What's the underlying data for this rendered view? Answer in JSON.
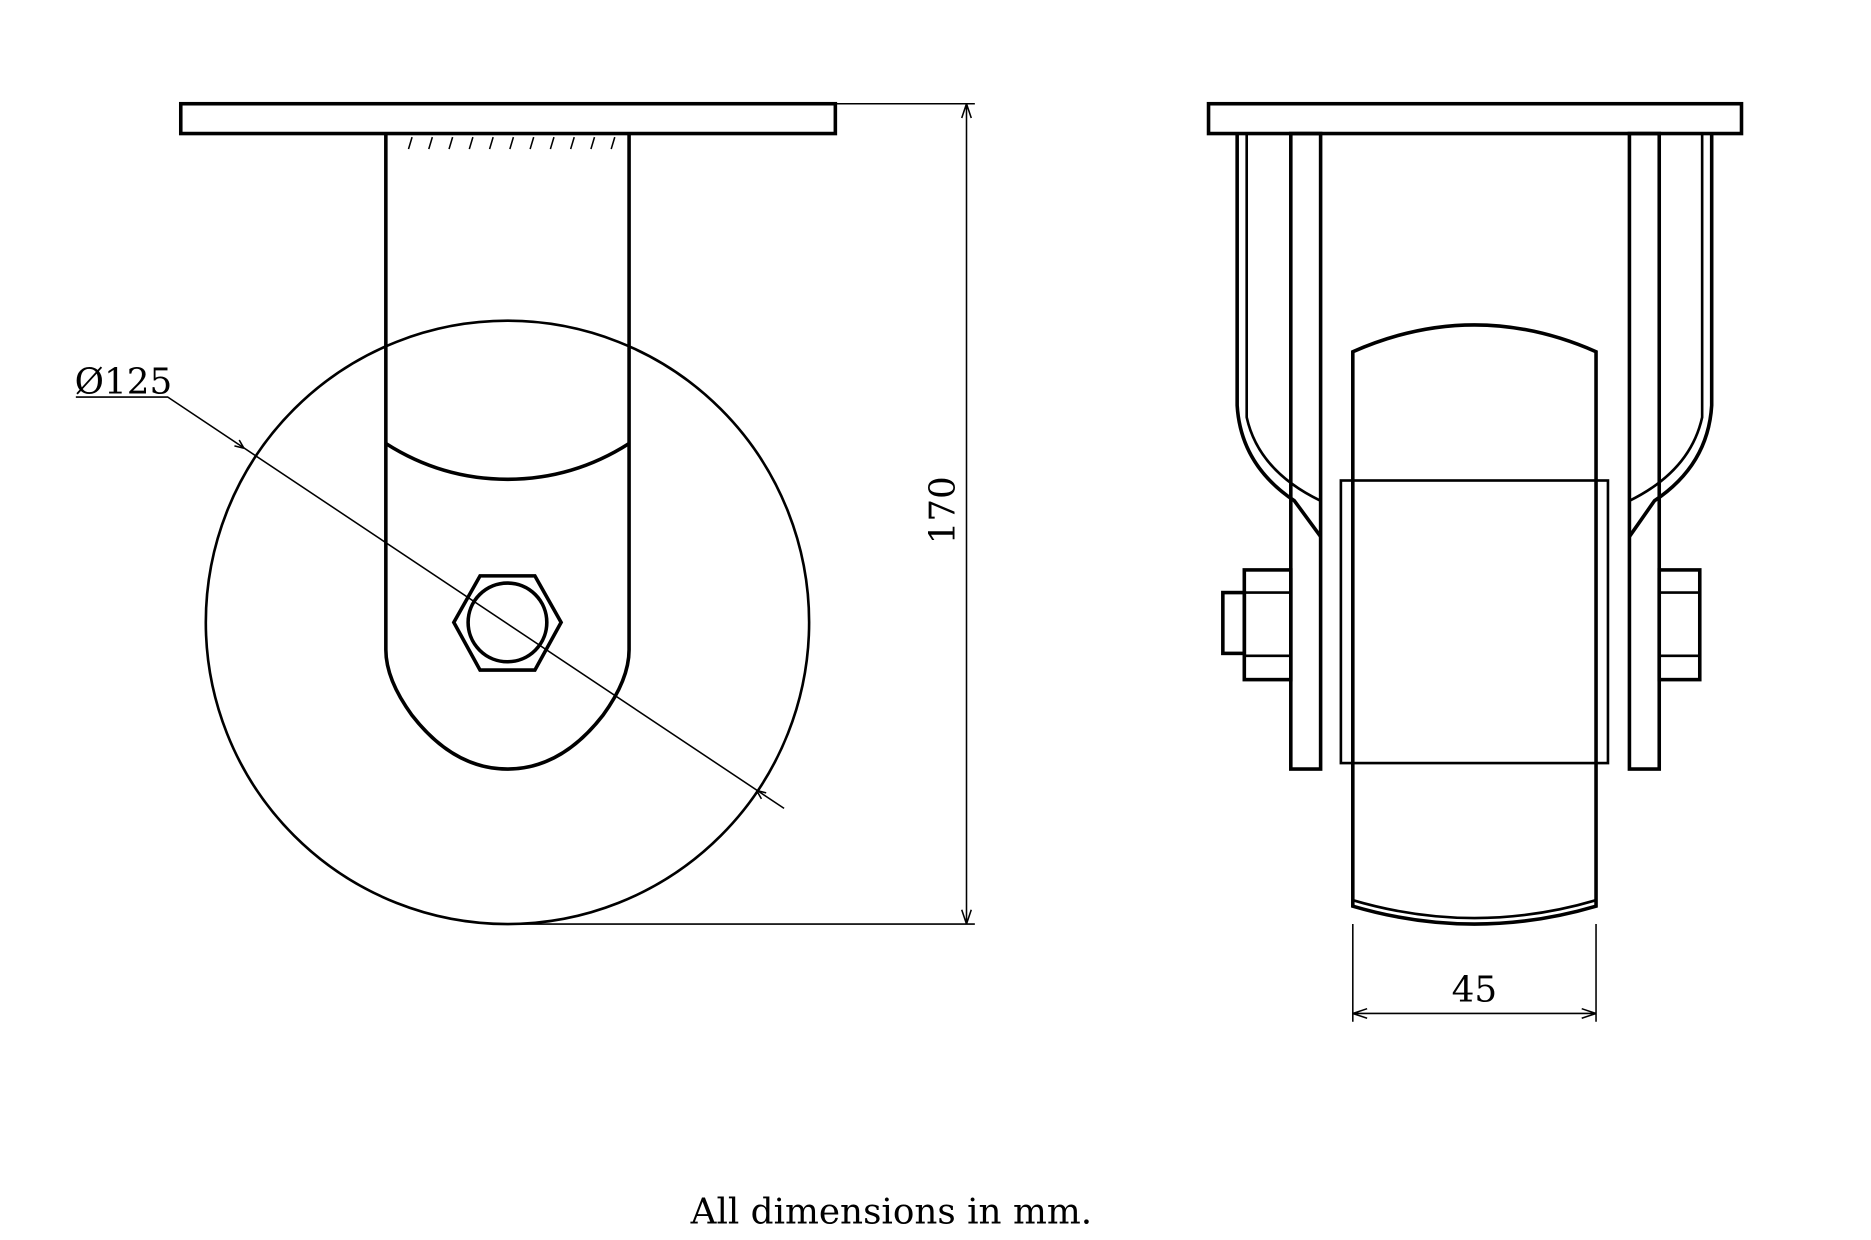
{
  "title": "Fixed castor technical drawing",
  "dimensions": {
    "wheel_diameter": "Ø125",
    "overall_height": "170",
    "wheel_width": "45"
  },
  "caption": "All dimensions in mm."
}
